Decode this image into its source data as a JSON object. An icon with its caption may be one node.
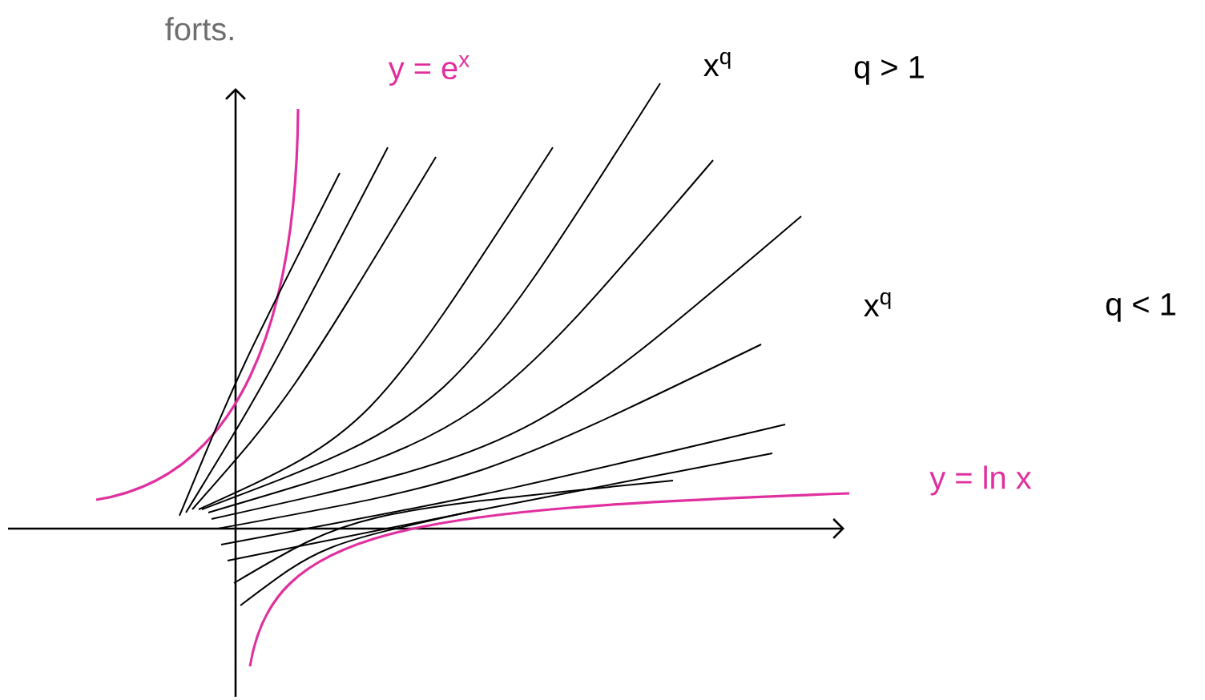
{
  "diagram": {
    "labels": [
      "forts.",
      "y = e$^{x}$",
      "x$^{q}$",
      "q > 1",
      "x$^{q}$",
      "q < 1",
      "y = ln x"
    ]
  }
}
